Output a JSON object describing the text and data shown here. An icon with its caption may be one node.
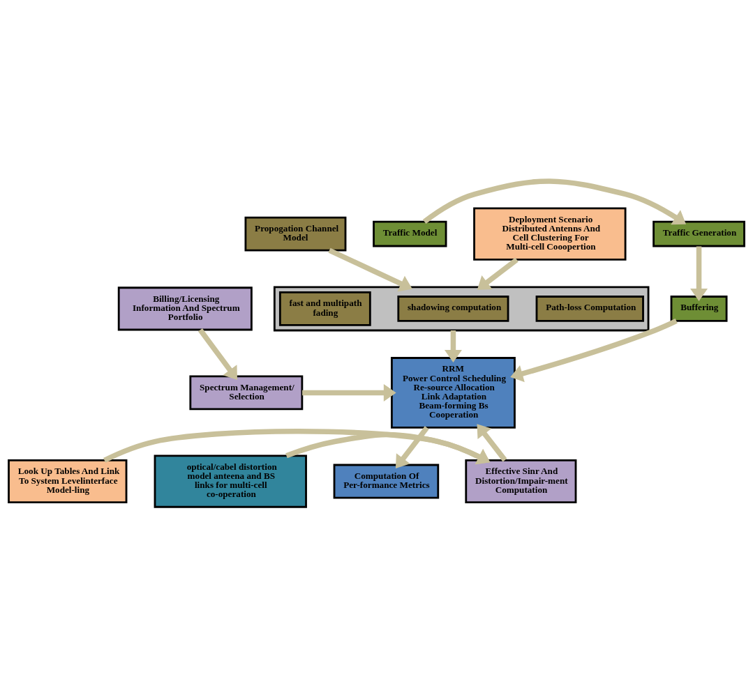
{
  "diagram": {
    "nodes": [
      {
        "text": [
          "Propogation Channel Model"
        ]
      },
      {
        "text": [
          "Deployment Scenario Distributed Antenns And Cell Clustering For Multi-cell Cooopertion"
        ]
      },
      {
        "text": [
          "Traffic Generation"
        ]
      },
      {
        "text": [
          "Traffic Model"
        ]
      },
      {
        "text": [
          "Buffering"
        ]
      },
      {
        "text": [],
        "shape": "box"
      },
      {
        "text": [
          "Path-loss Computation"
        ],
        "in": 5
      },
      {
        "text": [
          "shadowing computation"
        ],
        "in": 5
      },
      {
        "text": [
          "fast and multipath fading"
        ],
        "in": 5
      },
      {
        "text": [
          "RRM",
          "Power Control Scheduling Re-source Allocation Link Adaptation Beam-forming Bs Cooperation"
        ]
      },
      {
        "text": [
          "Billing/Licensing Information And Spectrum Portfolio"
        ]
      },
      {
        "text": [
          "Spectrum Management/ Selection"
        ]
      },
      {
        "text": [
          "Computation Of Per-formance Metrics"
        ]
      },
      {
        "text": [
          "optical/cabel distortion model anteena and BS links for multi-cell co-operation"
        ]
      },
      {
        "text": [
          "Effective Sinr And Distortion/Impair-ment Computation"
        ]
      },
      {
        "text": [
          "Look Up Tables And Link To System Levelinterface Model-ling"
        ]
      }
    ],
    "edges": [
      {
        "from": 0,
        "to": 5,
        "arrow": "to"
      },
      {
        "from": 1,
        "to": 5,
        "arrow": "to"
      },
      {
        "from": 3,
        "to": 2,
        "arrow": "to"
      },
      {
        "from": 2,
        "to": 4,
        "arrow": "to"
      },
      {
        "from": 4,
        "to": 9,
        "arrow": "to"
      },
      {
        "from": 10,
        "to": 11,
        "arrow": "to"
      },
      {
        "from": 11,
        "to": 9,
        "arrow": "to"
      },
      {
        "from": 5,
        "to": 9,
        "arrow": "to"
      },
      {
        "from": 9,
        "to": 12,
        "arrow": "to"
      },
      {
        "from": 14,
        "to": 9,
        "arrow": "to"
      },
      {
        "from": 13,
        "to": 14,
        "arrow": "to"
      },
      {
        "from": 15,
        "to": 14,
        "arrow": "to"
      }
    ]
  }
}
